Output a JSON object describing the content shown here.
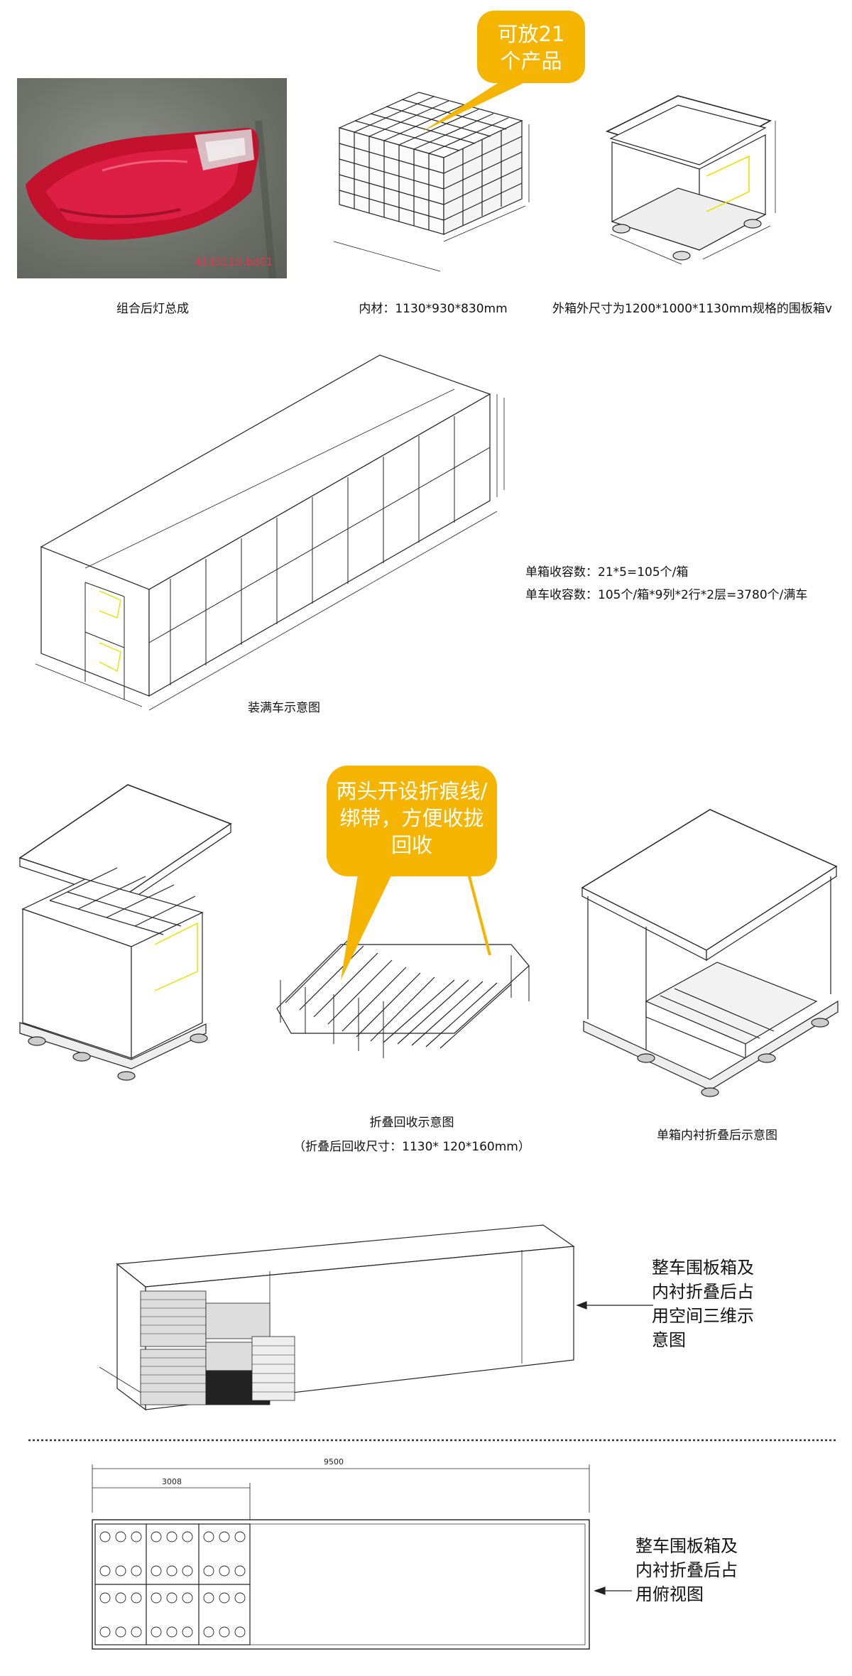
{
  "photo": {
    "stamp": "4133110-bd01"
  },
  "captions": {
    "lamp": "组合后灯总成",
    "inner": "内材：1130*930*830mm",
    "outer": "外箱外尺寸为1200*1000*1130mm规格的围板箱v",
    "truck_full": "装满车示意图",
    "fold": "折叠回收示意图",
    "fold_size": "（折叠后回收尺寸：1130* 120*160mm）",
    "single_folded": "单箱内衬折叠后示意图"
  },
  "callouts": {
    "capacity": [
      "可放21",
      "个产品"
    ],
    "crease": [
      "两头开设折痕线/",
      "绑带，方便收拢",
      "回收"
    ]
  },
  "capacity_notes": {
    "per_box": "单箱收容数：21*5=105个/箱",
    "per_truck": "单车收容数：105个/箱*9列*2行*2层=3780个/满车"
  },
  "side_labels": {
    "view3d": [
      "整车围板箱及",
      "内衬折叠后占",
      "用空间三维示",
      "意图"
    ],
    "topview": [
      "整车围板箱及",
      "内衬折叠后占",
      "用俯视图"
    ]
  },
  "dimensions": {
    "total": "9500",
    "occupied": "3008"
  },
  "colors": {
    "callout": "#f4b400",
    "accent_yellow": "#e8e200",
    "lamp_red": "#c4122e"
  }
}
